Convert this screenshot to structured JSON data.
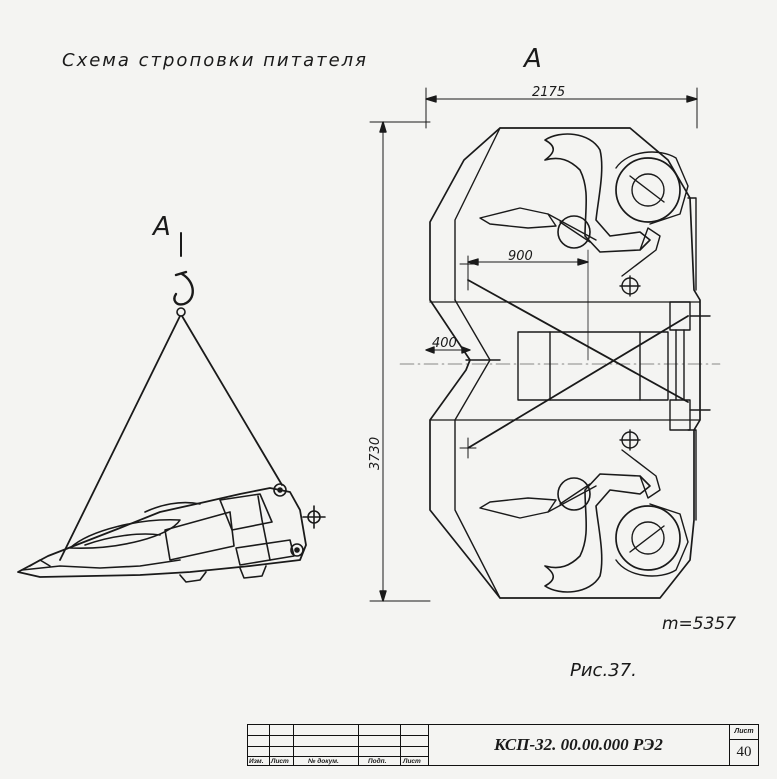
{
  "drawing": {
    "caption": "Схема строповки питателя",
    "view_label_left": "A",
    "view_label_right": "A",
    "mass": "m=5357",
    "figure": "Рис.37."
  },
  "dimensions": {
    "width": "2175",
    "height": "3730",
    "d900": "900",
    "d400": "400"
  },
  "title_block": {
    "designation": "КСП-32. 00.00.000 РЭ2",
    "sheet_label": "Лист",
    "sheet_number": "40",
    "columns": [
      "Изм.",
      "Лист",
      "№ докум.",
      "Подп.",
      "Лист"
    ]
  }
}
